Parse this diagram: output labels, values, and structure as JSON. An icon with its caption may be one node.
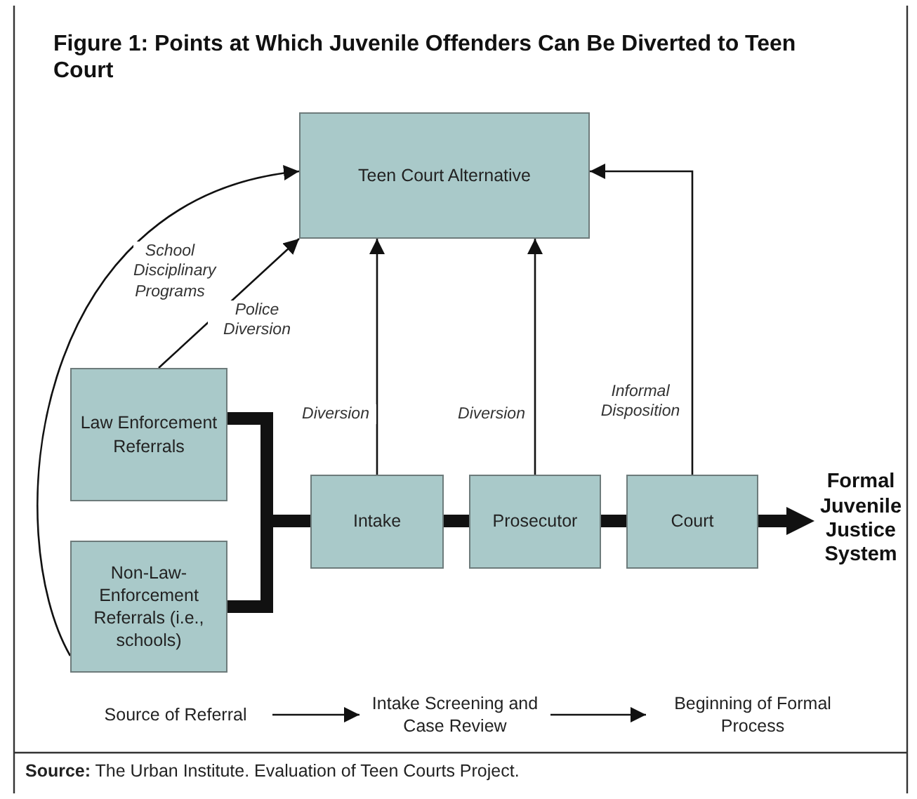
{
  "diagram": {
    "title": "Figure 1: Points at Which Juvenile Offenders Can Be Diverted to Teen Court",
    "caption": "**Source:** The Urban Institute. Evaluation of Teen Courts Project.",
    "nodes": [
      {
        "text": [
          "Teen Court Alternative"
        ]
      },
      {
        "text": [
          "Law Enforcement Referrals"
        ]
      },
      {
        "text": [
          "Non-Law-Enforcement Referrals (i.e., schools)"
        ]
      },
      {
        "text": [
          "Intake"
        ]
      },
      {
        "text": [
          "Prosecutor"
        ]
      },
      {
        "text": [
          "Court"
        ]
      },
      {
        "text": [
          "Formal Juvenile Justice System"
        ]
      },
      {
        "text": [
          "Source of Referral"
        ]
      },
      {
        "text": [
          "Intake Screening and Case Review"
        ]
      },
      {
        "text": [
          "Beginning of Formal Process"
        ]
      }
    ],
    "edges": [
      {
        "from": 2,
        "to": 0,
        "arrow": "to",
        "label": "School Disciplinary Programs"
      },
      {
        "from": 1,
        "to": 0,
        "arrow": "to",
        "label": "Police Diversion"
      },
      {
        "from": 3,
        "to": 0,
        "arrow": "to",
        "label": "Diversion"
      },
      {
        "from": 4,
        "to": 0,
        "arrow": "to",
        "label": "Diversion"
      },
      {
        "from": 5,
        "to": 0,
        "arrow": "to",
        "label": "Informal Disposition"
      },
      {
        "from": 1,
        "to": 3,
        "arrow": "none",
        "style": "thick"
      },
      {
        "from": 2,
        "to": 3,
        "arrow": "none",
        "style": "thick"
      },
      {
        "from": 3,
        "to": 4,
        "arrow": "none",
        "style": "thick"
      },
      {
        "from": 4,
        "to": 5,
        "arrow": "none",
        "style": "thick"
      },
      {
        "from": 5,
        "to": 6,
        "arrow": "to",
        "style": "thick"
      },
      {
        "from": 7,
        "to": 8,
        "arrow": "to"
      },
      {
        "from": 8,
        "to": 9,
        "arrow": "to"
      }
    ]
  }
}
